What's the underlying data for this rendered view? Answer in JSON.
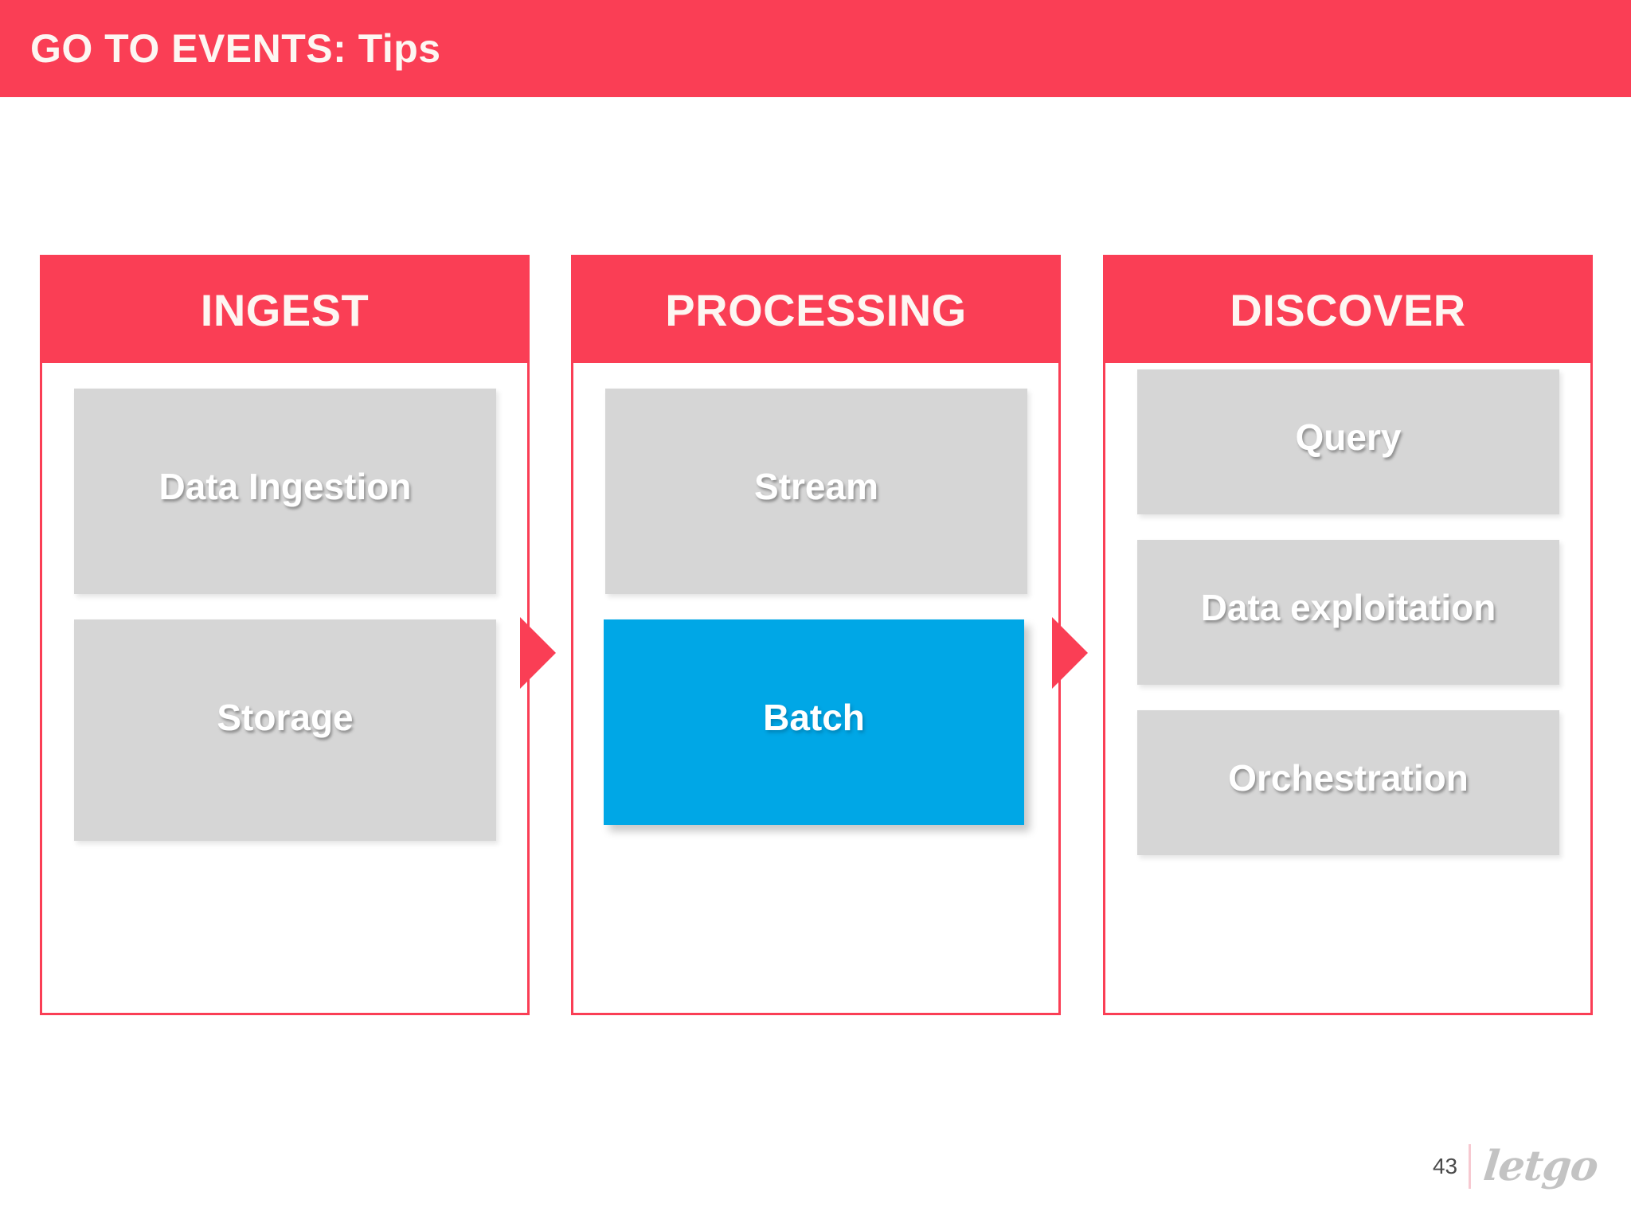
{
  "slide": {
    "title": "GO TO EVENTS: Tips",
    "page_number": "43",
    "brand": "letgo"
  },
  "colors": {
    "brand_red": "#FA3E55",
    "box_gray": "#D6D6D6",
    "accent_blue": "#00A7E6",
    "title_text": "#FDF6F2",
    "divider_pink": "#F7C9D1",
    "logo_gray": "#B9B9B9"
  },
  "pipeline": {
    "stages": [
      {
        "id": "ingest",
        "header": "INGEST",
        "items": [
          {
            "label": "Data Ingestion",
            "highlighted": false
          },
          {
            "label": "Storage",
            "highlighted": false
          }
        ]
      },
      {
        "id": "processing",
        "header": "PROCESSING",
        "items": [
          {
            "label": "Stream",
            "highlighted": false
          },
          {
            "label": "Batch",
            "highlighted": true
          }
        ]
      },
      {
        "id": "discover",
        "header": "DISCOVER",
        "items": [
          {
            "label": "Query",
            "highlighted": false
          },
          {
            "label": "Data exploitation",
            "highlighted": false
          },
          {
            "label": "Orchestration",
            "highlighted": false
          }
        ]
      }
    ],
    "connectors": [
      {
        "id": "ingest-to-processing",
        "icon": "right-arrow-icon"
      },
      {
        "id": "processing-to-discover",
        "icon": "right-arrow-icon"
      }
    ]
  }
}
